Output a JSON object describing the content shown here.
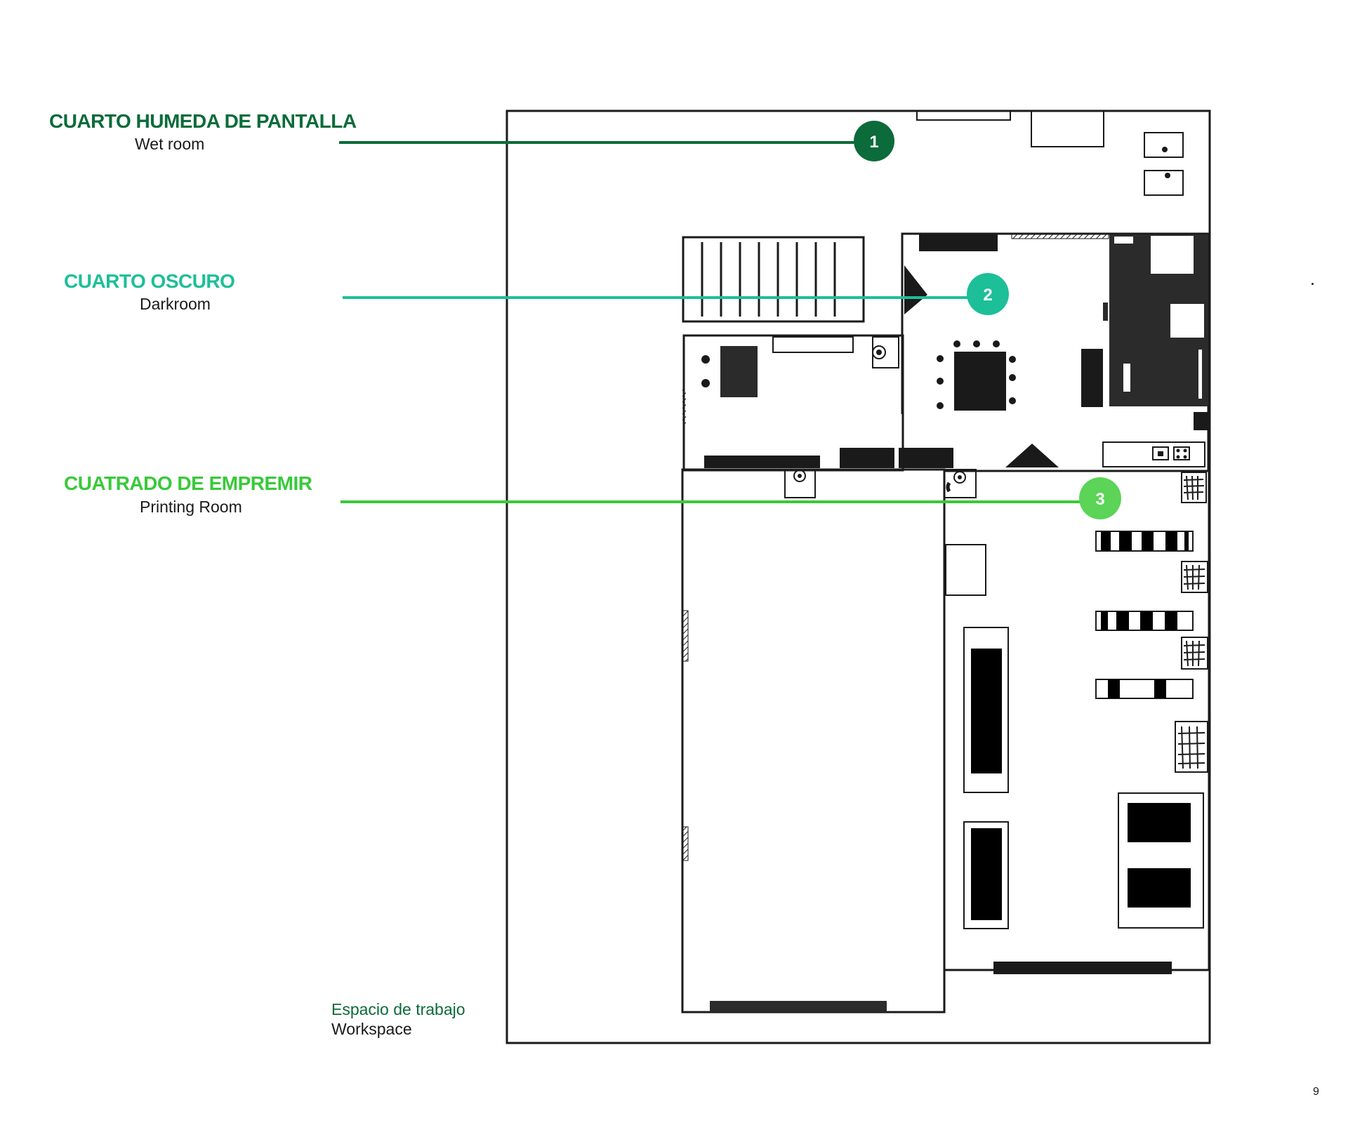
{
  "colors": {
    "wet_room": "#0b6b3a",
    "darkroom": "#1dbf98",
    "printing_room": "#39c93a",
    "workspace": "#0b6b3a",
    "plan_ink": "#1a1a1a"
  },
  "rooms": [
    {
      "number": "1",
      "title": "CUARTO HUMEDA DE PANTALLA",
      "subtitle": "Wet room"
    },
    {
      "number": "2",
      "title": "CUARTO OSCURO",
      "subtitle": "Darkroom"
    },
    {
      "number": "3",
      "title": "CUATRADO DE EMPREMIR",
      "subtitle": "Printing Room"
    }
  ],
  "workspace": {
    "title": "Espacio de trabajo",
    "subtitle": "Workspace"
  },
  "page_number": "9"
}
